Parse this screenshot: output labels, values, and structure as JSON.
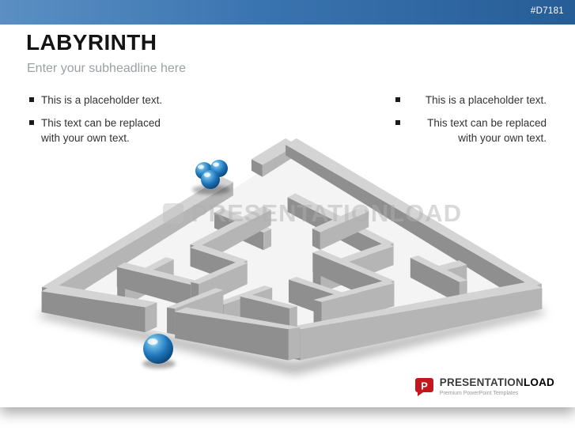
{
  "slide": {
    "code": "#D7181",
    "title": "LABYRINTH",
    "subheadline": "Enter your subheadline here",
    "bullets_left": [
      {
        "text": "This is a placeholder text."
      },
      {
        "text": "This text can be replaced with your own text."
      }
    ],
    "bullets_right": [
      {
        "text": "This is a placeholder text."
      },
      {
        "text": "This text can be replaced with your own text."
      }
    ],
    "watermark": "PRESENTATIONLOAD",
    "colors": {
      "header_blue_left": "#5b8fc3",
      "header_blue_right": "#275d97",
      "sphere_blue": "#1d74b8",
      "wall_gray_top": "#d4d4d4",
      "wall_gray_dark": "#8f8f8f",
      "logo_red": "#c4161c"
    }
  },
  "footer_logo": {
    "icon_letter": "P",
    "brand_presentation": "PRESENTATION",
    "brand_load": "LOAD",
    "tagline": "Premium PowerPoint Templates"
  }
}
